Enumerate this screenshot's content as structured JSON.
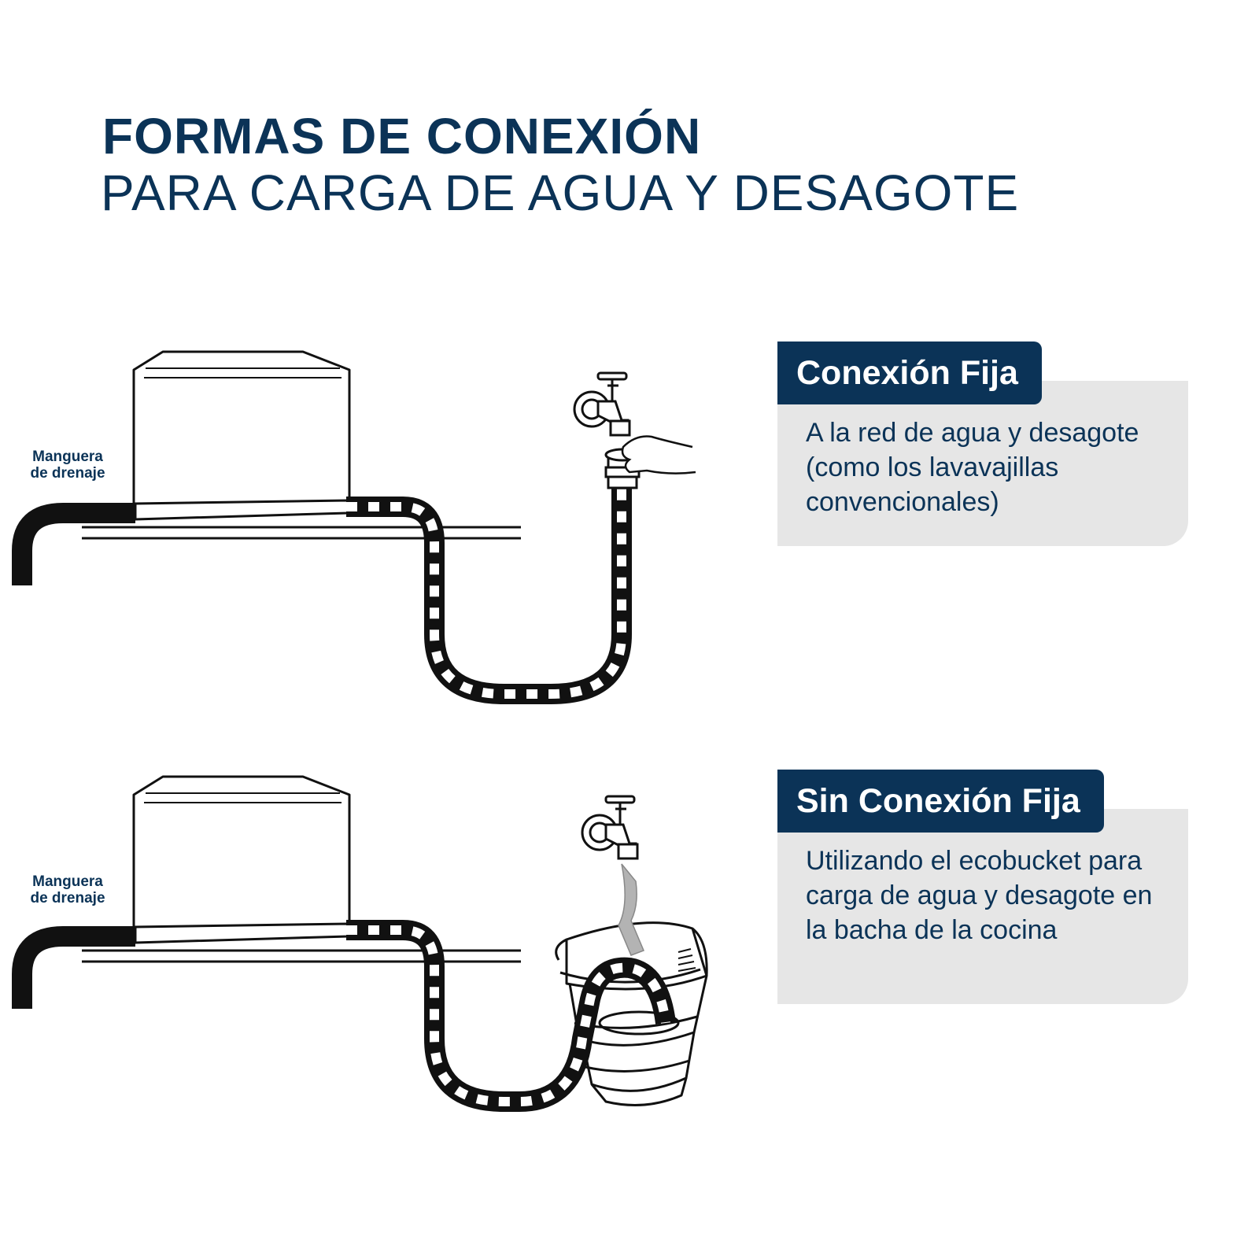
{
  "header": {
    "title": "FORMAS DE CONEXIÓN",
    "subtitle": "PARA CARGA DE AGUA Y DESAGOTE"
  },
  "panels": [
    {
      "drain_label_line1": "Manguera",
      "drain_label_line2": "de drenaje",
      "tab_label": "Conexión Fija",
      "description": "A la red de agua y desagote (como los lavavajillas convencionales)"
    },
    {
      "drain_label_line1": "Manguera",
      "drain_label_line2": "de drenaje",
      "tab_label": "Sin Conexión Fija",
      "description": "Utilizando el ecobucket para carga de agua y desagote en la bacha de la cocina"
    }
  ],
  "colors": {
    "brand_navy": "#0b3357",
    "box_gray": "#e6e6e6"
  },
  "icons": [
    "dishwasher-icon",
    "drain-hose-icon",
    "water-tap-icon",
    "hand-icon",
    "inlet-hose-icon",
    "ecobucket-icon"
  ]
}
